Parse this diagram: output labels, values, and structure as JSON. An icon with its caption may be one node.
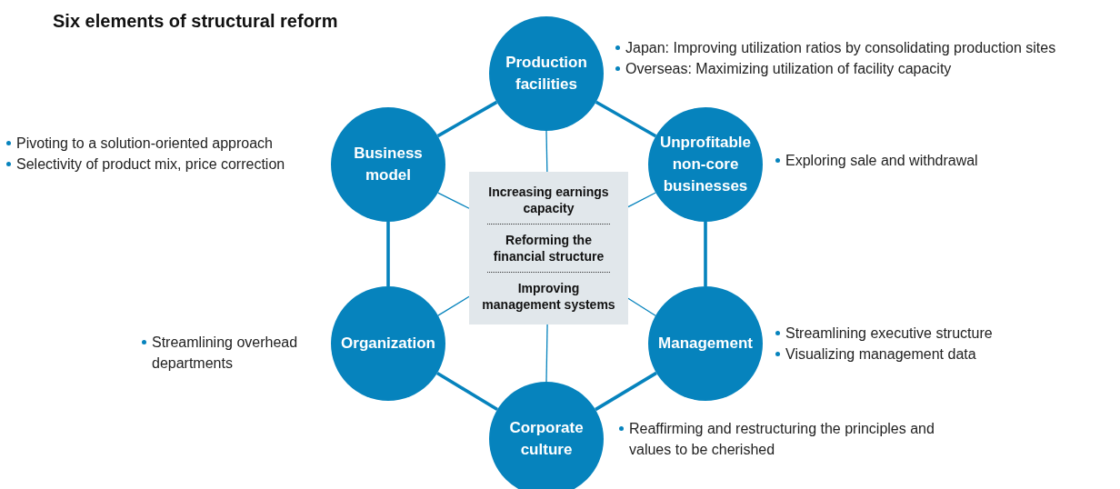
{
  "diagram": {
    "title": "Six elements of structural reform",
    "nodes": [
      {
        "text": [
          "Production facilities"
        ],
        "beside": [
          "Japan: Improving utilization ratios by consolidating production sites",
          "Overseas: Maximizing utilization of facility capacity"
        ]
      },
      {
        "text": [
          "Business model"
        ],
        "beside": [
          "Pivoting to a solution-oriented approach",
          "Selectivity of product mix, price correction"
        ]
      },
      {
        "text": [
          "Unprofitable non-core businesses"
        ],
        "beside": [
          "Exploring sale and withdrawal"
        ]
      },
      {
        "text": [
          "Organization"
        ],
        "beside": [
          "Streamlining overhead departments"
        ]
      },
      {
        "text": [
          "Management"
        ],
        "beside": [
          "Streamlining executive structure",
          "Visualizing management data"
        ]
      },
      {
        "text": [
          "Corporate culture"
        ],
        "beside": [
          "Reaffirming and restructuring the principles and values to be cherished"
        ]
      },
      {
        "text": [
          "Increasing earnings capacity",
          "Reforming the financial structure",
          "Improving management systems"
        ]
      }
    ],
    "edges": [
      {
        "from": 0,
        "to": 2,
        "arrow": "none",
        "style": "thick"
      },
      {
        "from": 2,
        "to": 4,
        "arrow": "none",
        "style": "thick"
      },
      {
        "from": 4,
        "to": 5,
        "arrow": "none",
        "style": "thick"
      },
      {
        "from": 5,
        "to": 3,
        "arrow": "none",
        "style": "thick"
      },
      {
        "from": 3,
        "to": 1,
        "arrow": "none",
        "style": "thick"
      },
      {
        "from": 1,
        "to": 0,
        "arrow": "none",
        "style": "thick"
      },
      {
        "from": 0,
        "to": 6,
        "arrow": "none"
      },
      {
        "from": 1,
        "to": 6,
        "arrow": "none"
      },
      {
        "from": 2,
        "to": 6,
        "arrow": "none"
      },
      {
        "from": 3,
        "to": 6,
        "arrow": "none"
      },
      {
        "from": 4,
        "to": 6,
        "arrow": "none"
      },
      {
        "from": 5,
        "to": 6,
        "arrow": "none"
      }
    ]
  }
}
